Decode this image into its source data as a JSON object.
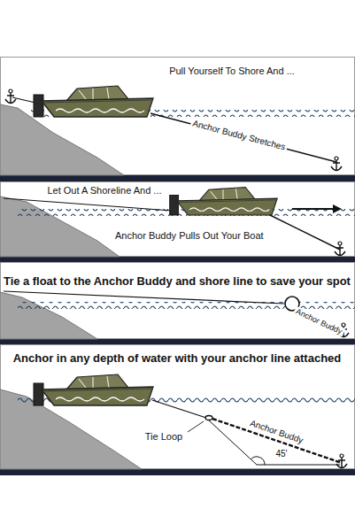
{
  "diagram": {
    "labels": [
      "Pull Yourself To Shore And ...",
      "Anchor Buddy Stretches",
      "Let Out A Shoreline And ...",
      "Anchor Buddy Pulls Out Your Boat",
      "Tie a float to the Anchor Buddy and shore line to save your spot",
      "Anchor Buddy",
      "Anchor in any depth of water with your anchor line attached",
      "Tie Loop",
      "Anchor Buddy",
      "45'"
    ]
  }
}
